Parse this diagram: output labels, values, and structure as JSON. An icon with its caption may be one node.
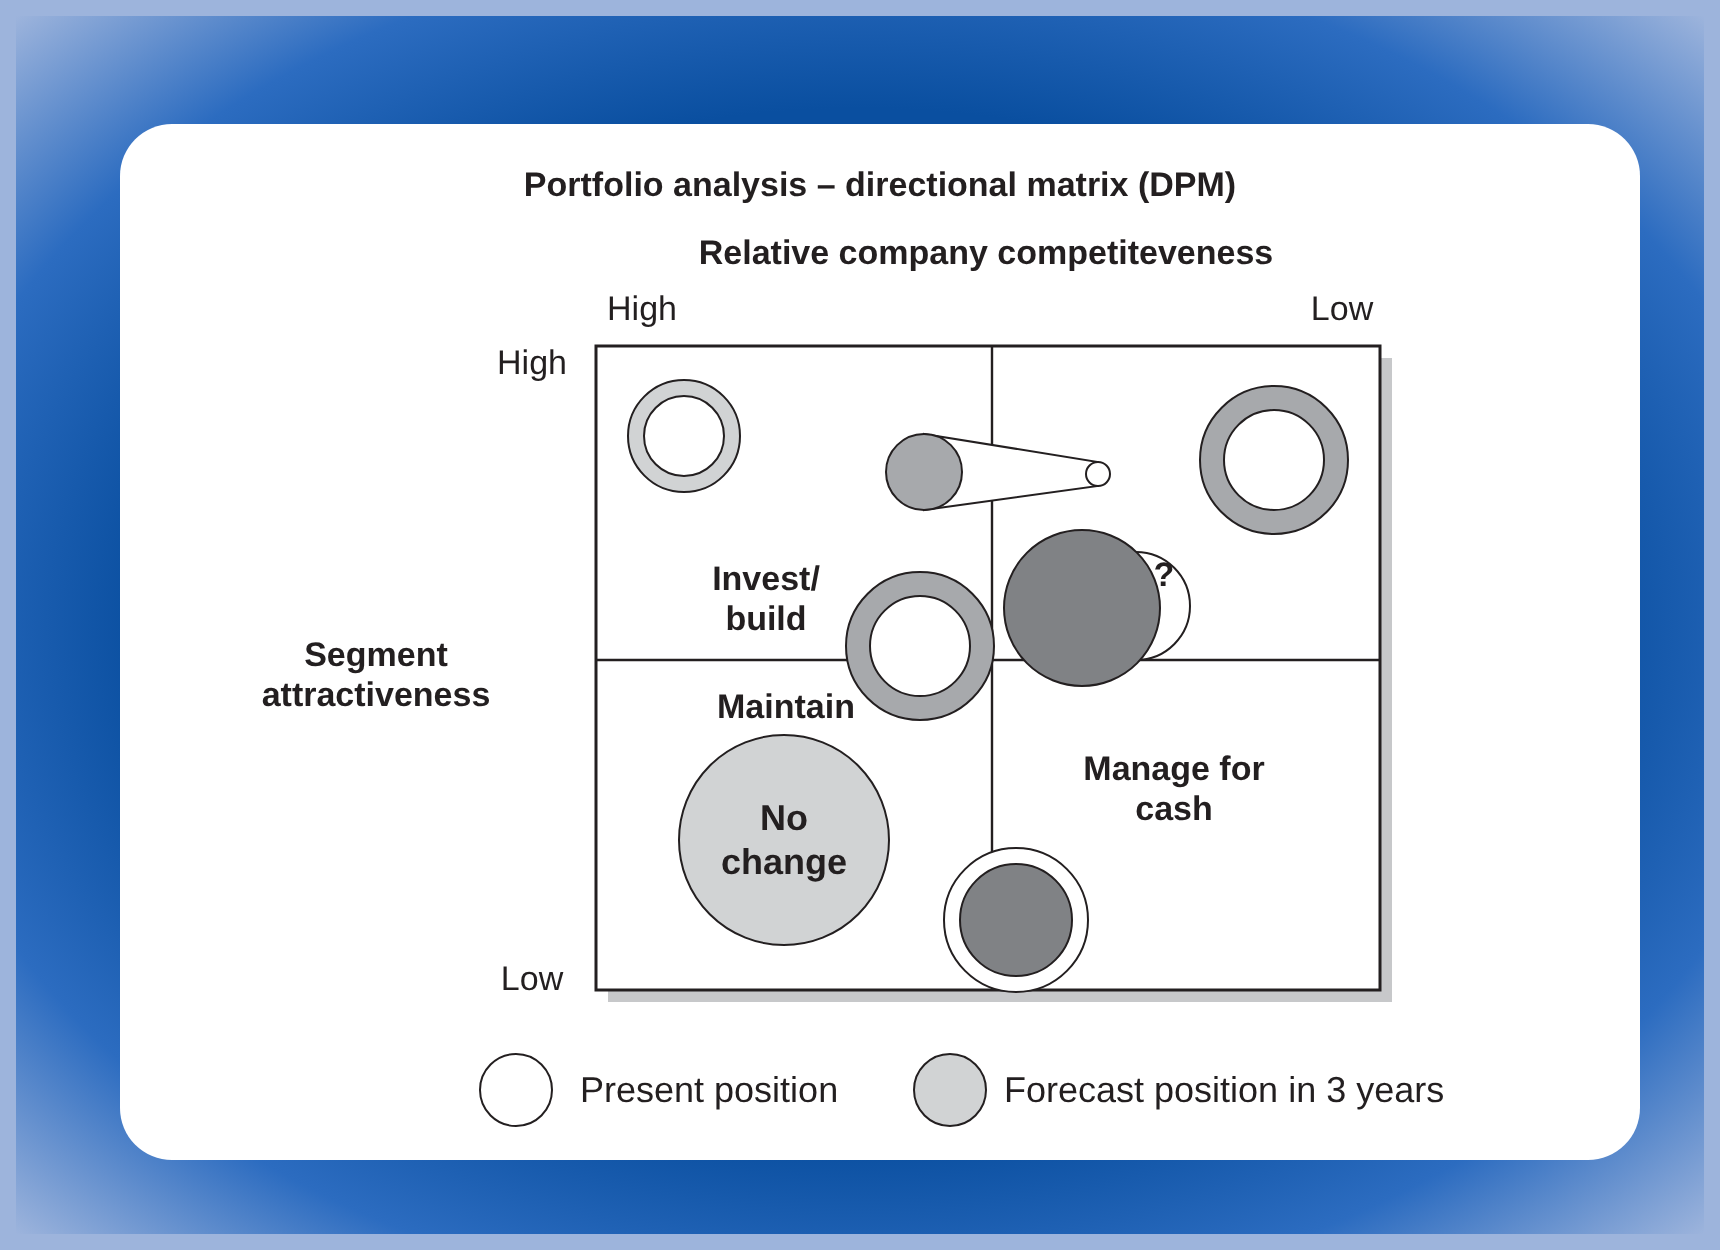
{
  "diagram": {
    "title": "Portfolio analysis – directional matrix (DPM)",
    "nodes": [
      {
        "text": [
          "No change"
        ]
      }
    ],
    "labels": [
      "Relative company competiteveness",
      "High",
      "Low",
      "High",
      "Segment attractiveness",
      "?",
      "Invest/ build",
      "Maintain",
      "Manage for cash",
      "Low"
    ],
    "legend": [
      {
        "text": "Present position",
        "color": "#ffffff"
      },
      {
        "text": "Forecast position in 3 years",
        "color": "#d1d3d4"
      }
    ]
  }
}
